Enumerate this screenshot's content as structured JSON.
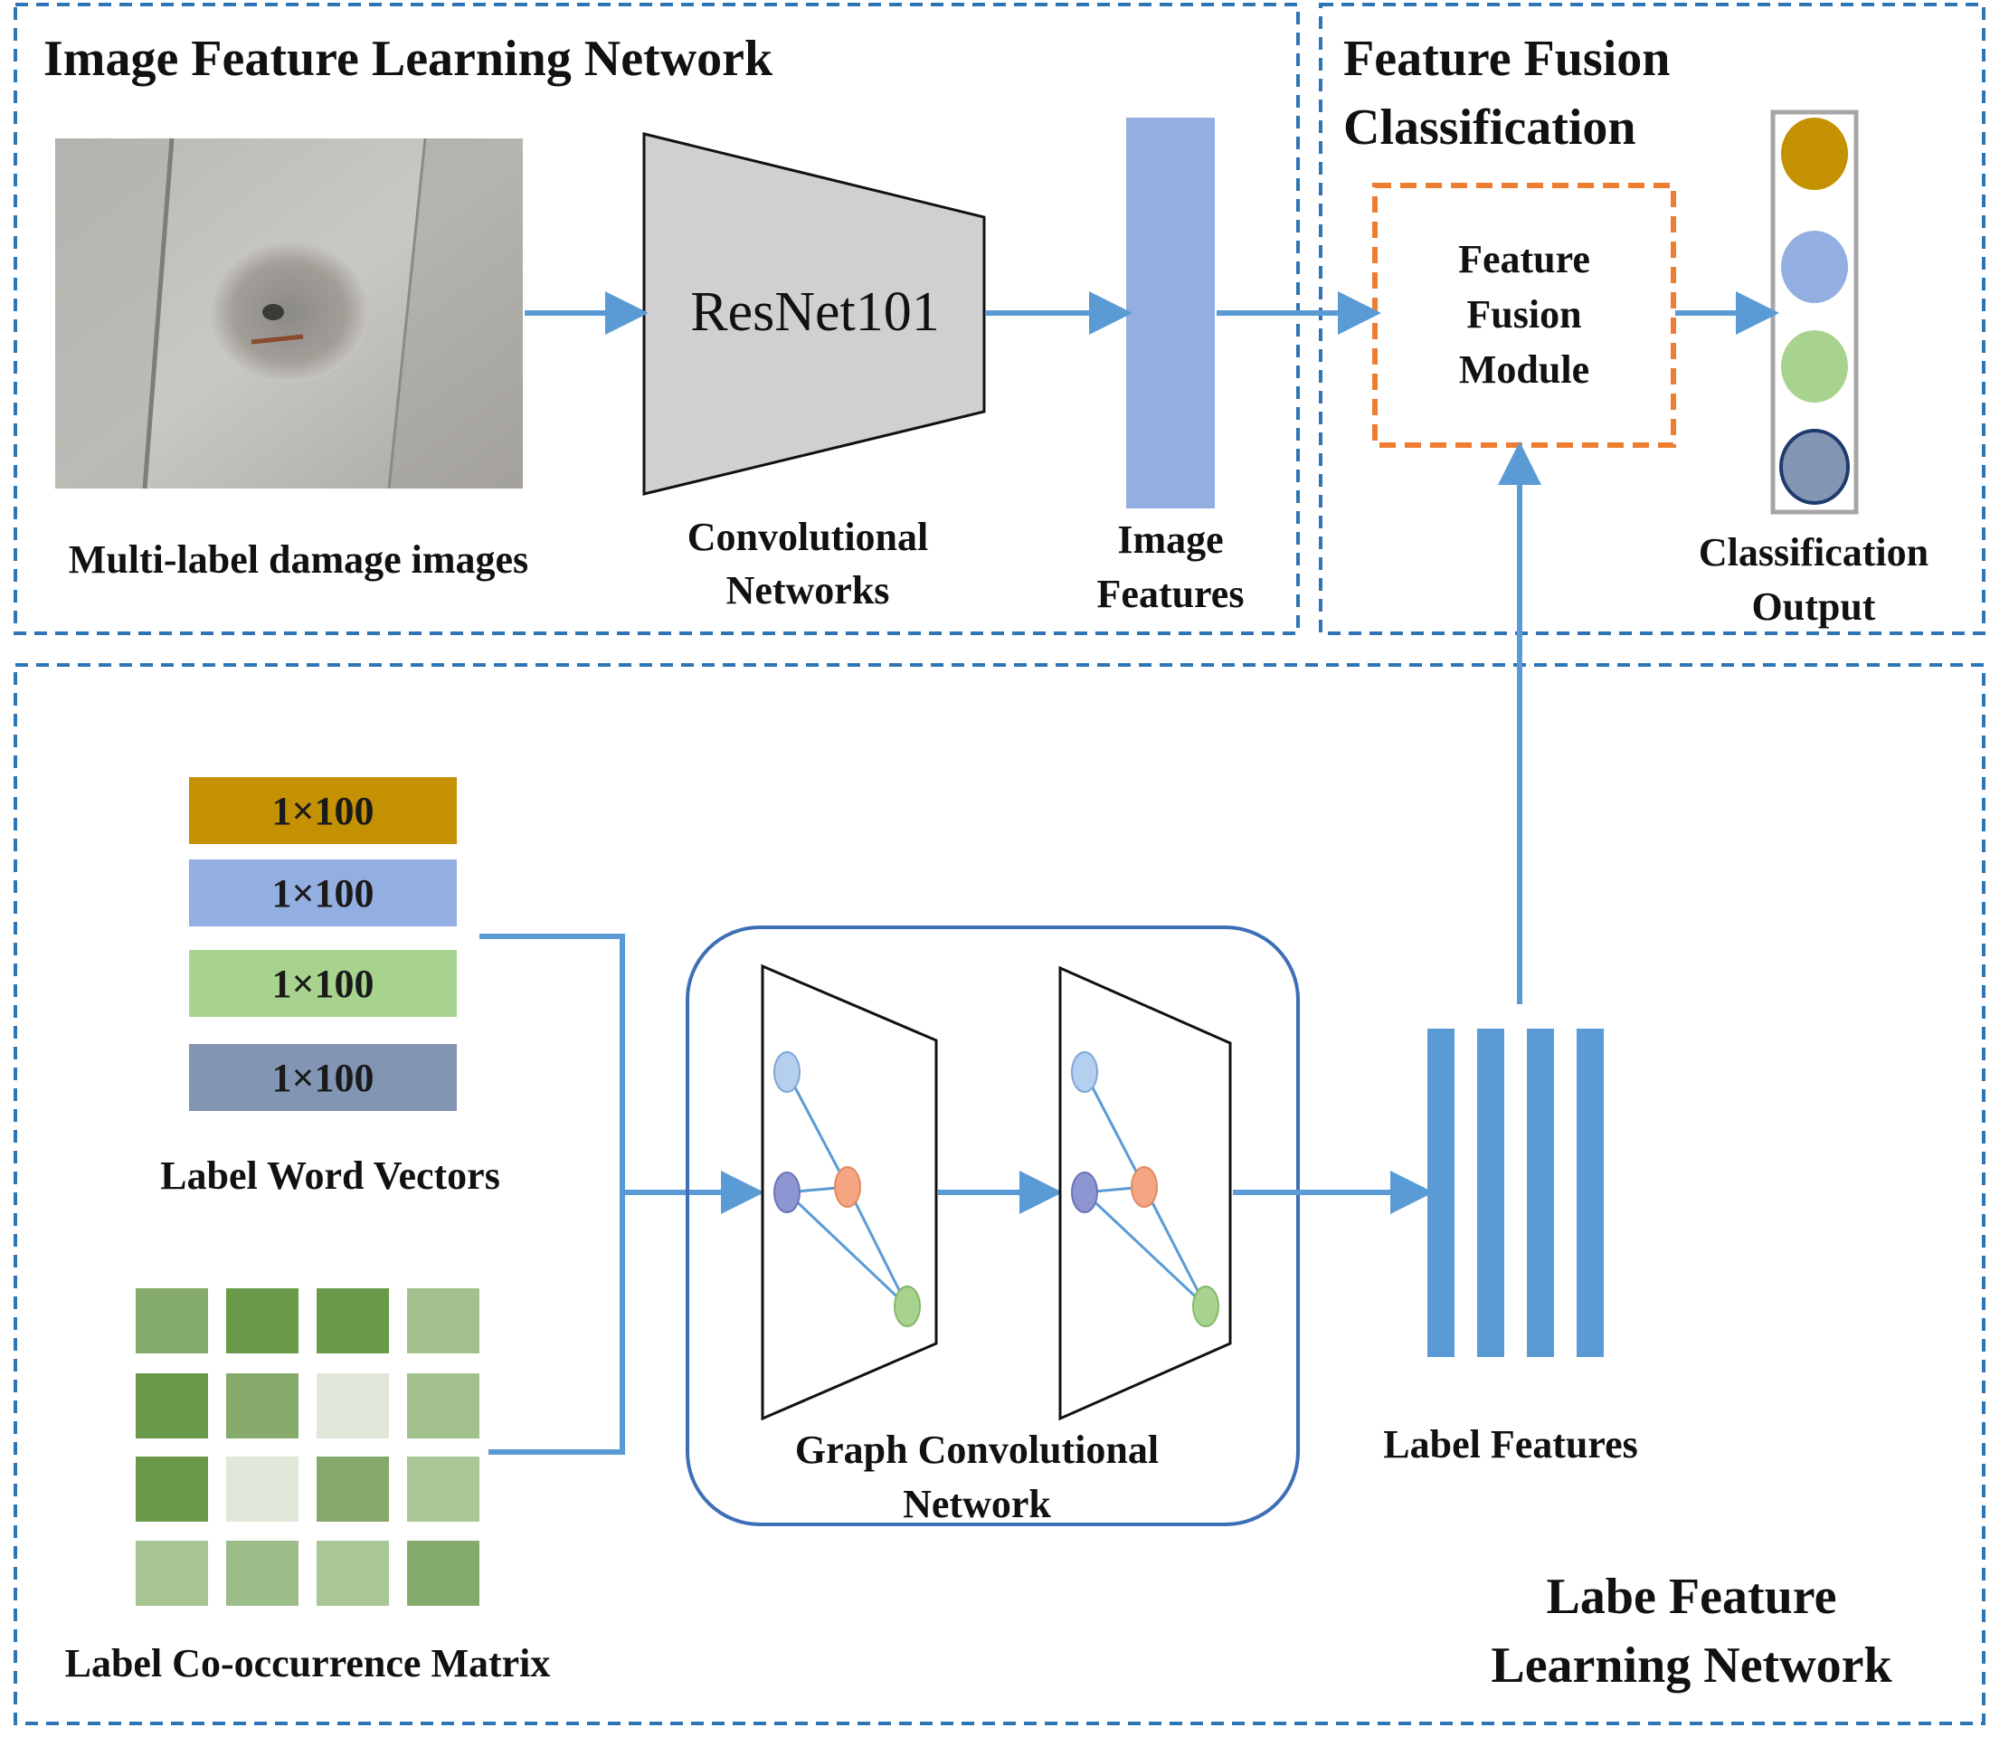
{
  "panels": {
    "image_learning_title": "Image Feature Learning Network",
    "fusion_title_line1": "Feature Fusion",
    "fusion_title_line2": "Classification",
    "label_learning_title_line1": "Labe Feature",
    "label_learning_title_line2": "Learning Network"
  },
  "image_branch": {
    "input_caption": "Multi-label damage images",
    "backbone_name": "ResNet101",
    "backbone_caption_line1": "Convolutional",
    "backbone_caption_line2": "Networks",
    "features_caption_line1": "Image",
    "features_caption_line2": "Features"
  },
  "fusion": {
    "module_line1": "Feature",
    "module_line2": "Fusion",
    "module_line3": "Module",
    "output_caption_line1": "Classification",
    "output_caption_line2": "Output",
    "output_colors": [
      "#c49102",
      "#93aee0",
      "#a8d38e",
      "#8296b3"
    ]
  },
  "label_branch": {
    "word_vectors": [
      {
        "text": "1×100",
        "color": "#c49102"
      },
      {
        "text": "1×100",
        "color": "#93aee0"
      },
      {
        "text": "1×100",
        "color": "#a8d38e"
      },
      {
        "text": "1×100",
        "color": "#8296b3"
      }
    ],
    "word_vectors_caption": "Label Word Vectors",
    "cooccurrence_caption": "Label Co-occurrence Matrix",
    "cooccurrence_colors": [
      [
        "#84ab6b",
        "#6a9a49",
        "#6a9a49",
        "#a3c18d"
      ],
      [
        "#6a9a49",
        "#86a96c",
        "#dfe8d8",
        "#a3c18d"
      ],
      [
        "#6a9a49",
        "#dfe8d8",
        "#85a96b",
        "#a9c697"
      ],
      [
        "#a7c493",
        "#9dbd88",
        "#a9c697",
        "#84ab6b"
      ]
    ],
    "gcn_caption_line1": "Graph Convolutional",
    "gcn_caption_line2": "Network",
    "label_features_caption": "Label Features"
  },
  "colors": {
    "panel_border": "#2e75b6",
    "arrow": "#5b9bd5",
    "fusion_border": "#ed7d31",
    "backbone_fill": "#d0d0d0",
    "image_feature_bar": "#93aee0",
    "label_feature_bar": "#5b9bd5"
  }
}
